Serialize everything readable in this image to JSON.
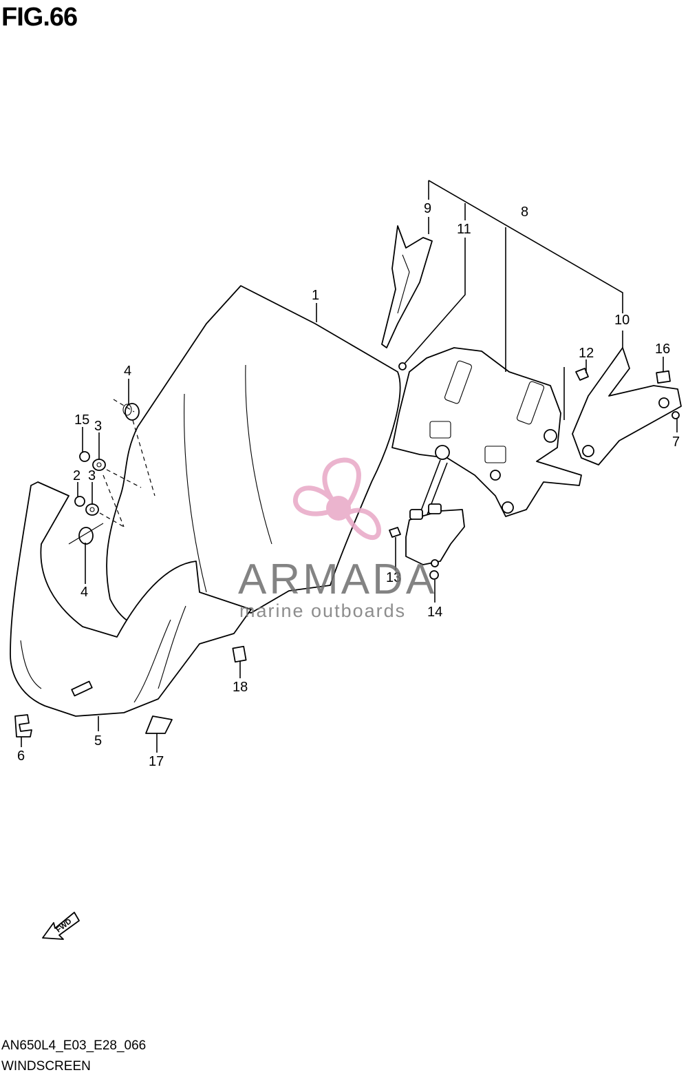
{
  "figure": {
    "title": "FIG.66",
    "code": "AN650L4_E03_E28_066",
    "name": "WINDSCREEN"
  },
  "callouts": [
    "1",
    "2",
    "3",
    "3",
    "4",
    "4",
    "5",
    "6",
    "7",
    "8",
    "9",
    "10",
    "11",
    "12",
    "13",
    "14",
    "15",
    "16",
    "17",
    "18"
  ],
  "direction_label": "FWD",
  "watermark": {
    "brand": "ARMADA",
    "tagline": "marine outboards",
    "logo_color": "#e8a7c6"
  },
  "colors": {
    "line": "#000000",
    "background": "#ffffff"
  }
}
